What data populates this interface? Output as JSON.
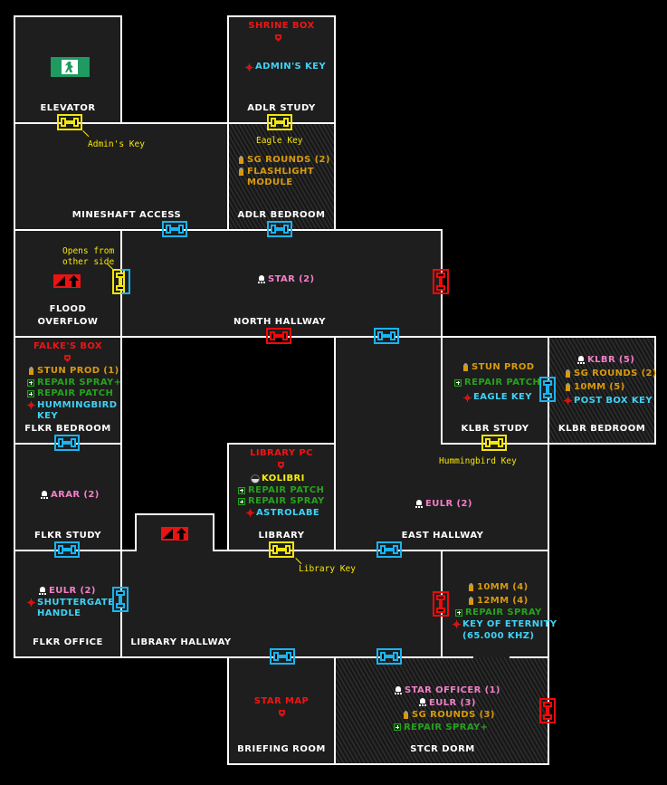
{
  "map": {
    "colors": {
      "wall": "#ffffff",
      "floor": "#1e1e1e",
      "door_blue": "#1ab4f0",
      "door_yellow": "#f5e60a",
      "door_red": "#f00a0a",
      "ammo": "#d79a0e",
      "heal": "#25a31d",
      "key": "#3fd2f5",
      "enemy": "#f27fc7",
      "box": "#f01414"
    },
    "rooms": {
      "elevator": {
        "name": "ELEVATOR",
        "icon": "exit-sign-icon"
      },
      "adlr_study": {
        "name": "ADLR STUDY",
        "box": "SHRINE BOX",
        "items": [
          {
            "type": "key",
            "label": "ADMIN'S KEY"
          }
        ]
      },
      "mineshaft": {
        "name": "MINESHAFT ACCESS"
      },
      "adlr_bedroom": {
        "name": "ADLR BEDROOM",
        "items": [
          {
            "type": "ammo",
            "label": "SG ROUNDS (2)"
          },
          {
            "type": "ammo",
            "label": "FLASHLIGHT"
          },
          {
            "type": "ammo",
            "label": "MODULE"
          }
        ]
      },
      "flood_overflow": {
        "name1": "FLOOD",
        "name2": "OVERFLOW",
        "icon": "stairs-up-icon"
      },
      "north_hallway": {
        "name": "NORTH HALLWAY",
        "items": [
          {
            "type": "enemy",
            "label": "STAR (2)"
          }
        ]
      },
      "flkr_bedroom": {
        "name": "FLKR BEDROOM",
        "box": "FALKE'S BOX",
        "items": [
          {
            "type": "ammo",
            "label": "STUN PROD (1)"
          },
          {
            "type": "heal",
            "label": "REPAIR SPRAY+"
          },
          {
            "type": "heal",
            "label": "REPAIR PATCH"
          },
          {
            "type": "key",
            "label": "HUMMINGBIRD"
          },
          {
            "type": "key",
            "label": "KEY"
          }
        ]
      },
      "klbr_study": {
        "name": "KLBR STUDY",
        "items": [
          {
            "type": "ammo",
            "label": "STUN PROD"
          },
          {
            "type": "heal",
            "label": "REPAIR PATCH"
          },
          {
            "type": "key",
            "label": "EAGLE KEY"
          }
        ]
      },
      "klbr_bedroom": {
        "name": "KLBR BEDROOM",
        "items": [
          {
            "type": "enemy",
            "label": "KLBR (5)"
          },
          {
            "type": "ammo",
            "label": "SG ROUNDS (2)"
          },
          {
            "type": "ammo",
            "label": "10MM (5)"
          },
          {
            "type": "key",
            "label": "POST BOX KEY"
          }
        ]
      },
      "flkr_study": {
        "name": "FLKR STUDY",
        "items": [
          {
            "type": "enemy",
            "label": "ARAR (2)"
          }
        ]
      },
      "library": {
        "name": "LIBRARY",
        "box": "LIBRARY PC",
        "items": [
          {
            "type": "char",
            "label": "KOLIBRI"
          },
          {
            "type": "heal",
            "label": "REPAIR PATCH"
          },
          {
            "type": "heal",
            "label": "REPAIR SPRAY"
          },
          {
            "type": "key",
            "label": "ASTROLABE"
          }
        ]
      },
      "east_hallway": {
        "name": "EAST HALLWAY",
        "items": [
          {
            "type": "enemy",
            "label": "EULR (2)"
          }
        ]
      },
      "flkr_office": {
        "name": "FLKR OFFICE",
        "items": [
          {
            "type": "enemy",
            "label": "EULR (2)"
          },
          {
            "type": "key",
            "label": "SHUTTERGATE"
          },
          {
            "type": "key",
            "label": "HANDLE"
          }
        ]
      },
      "library_hallway": {
        "name": "LIBRARY HALLWAY",
        "icon": "stairs-up-icon"
      },
      "east_room": {
        "items": [
          {
            "type": "ammo",
            "label": "10MM (4)"
          },
          {
            "type": "ammo",
            "label": "12MM (4)"
          },
          {
            "type": "heal",
            "label": "REPAIR SPRAY"
          },
          {
            "type": "key",
            "label": "KEY OF ETERNITY"
          },
          {
            "type": "key",
            "label": "(65.000 KHZ)"
          }
        ]
      },
      "briefing_room": {
        "name": "BRIEFING ROOM",
        "box": "STAR MAP"
      },
      "stcr_dorm": {
        "name": "STCR DORM",
        "items": [
          {
            "type": "enemy",
            "label": "STAR OFFICER (1)"
          },
          {
            "type": "enemy",
            "label": "EULR (3)"
          },
          {
            "type": "ammo",
            "label": "SG ROUNDS (3)"
          },
          {
            "type": "heal",
            "label": "REPAIR SPRAY+"
          }
        ]
      }
    },
    "notes": {
      "admins_key": "Admin's Key",
      "eagle_key": "Eagle Key",
      "opens_1": "Opens from",
      "opens_2": "other side",
      "hummingbird_key": "Hummingbird Key",
      "library_key": "Library Key"
    }
  }
}
